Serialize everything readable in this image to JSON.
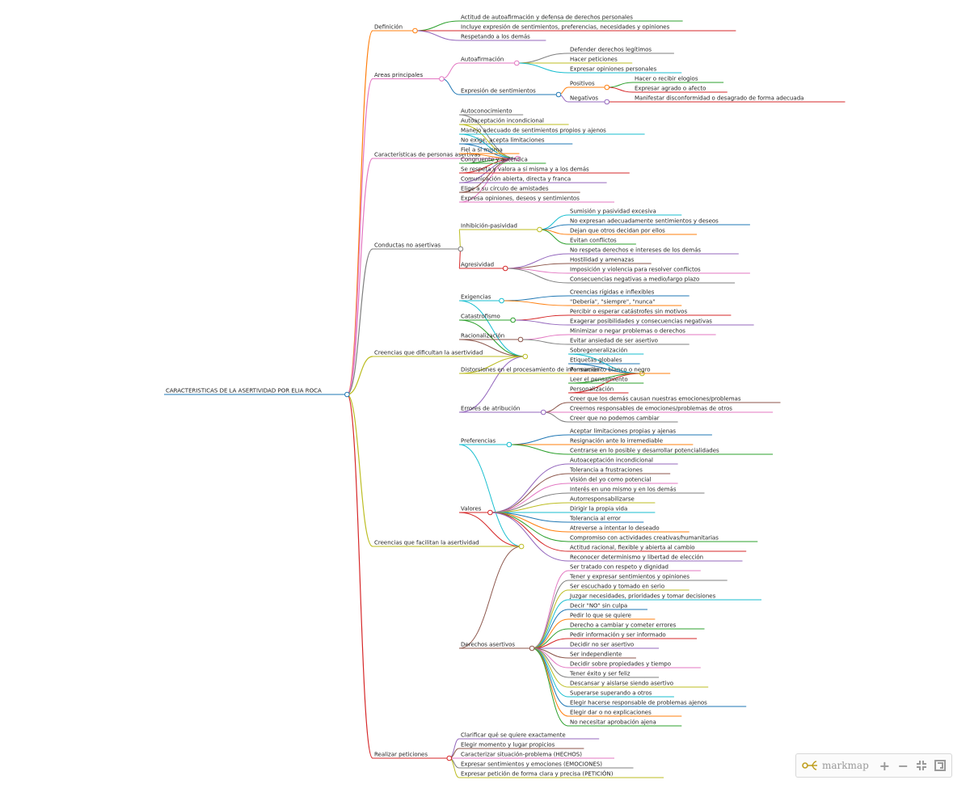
{
  "root": {
    "label": "CARACTERISTICAS DE LA ASERTIVIDAD POR ELIA ROCA",
    "children": [
      {
        "label": "Definición",
        "color": "#ff7f0e",
        "children": [
          {
            "label": "Actitud de autoafirmación y defensa de derechos personales",
            "color": "#2ca02c"
          },
          {
            "label": "Incluye expresión de sentimientos, preferencias, necesidades y opiniones",
            "color": "#d62728"
          },
          {
            "label": "Respetando a los demás",
            "color": "#9467bd"
          }
        ]
      },
      {
        "label": "Areas principales",
        "color": "#e377c2",
        "children": [
          {
            "label": "Autoafirmación",
            "color": "#e377c2",
            "children": [
              {
                "label": "Defender derechos legítimos",
                "color": "#7f7f7f"
              },
              {
                "label": "Hacer peticiones",
                "color": "#bcbd22"
              },
              {
                "label": "Expresar opiniones personales",
                "color": "#17becf"
              }
            ]
          },
          {
            "label": "Expresión de sentimientos",
            "color": "#1f77b4",
            "children": [
              {
                "label": "Positivos",
                "color": "#ff7f0e",
                "children": [
                  {
                    "label": "Hacer o recibir elogios",
                    "color": "#2ca02c"
                  },
                  {
                    "label": "Expresar agrado o afecto",
                    "color": "#d62728"
                  }
                ]
              },
              {
                "label": "Negativos",
                "color": "#9467bd",
                "children": [
                  {
                    "label": "Manifestar disconformidad o desagrado de forma adecuada",
                    "color": "#d62728"
                  }
                ]
              }
            ]
          }
        ]
      },
      {
        "label": "Características de personas asertivas",
        "color": "#e377c2",
        "children": [
          {
            "label": "Autoconocimiento",
            "color": "#7f7f7f"
          },
          {
            "label": "Autoaceptación incondicional",
            "color": "#bcbd22"
          },
          {
            "label": "Manejo adecuado de sentimientos propios y ajenos",
            "color": "#17becf"
          },
          {
            "label": "No exige, acepta limitaciones",
            "color": "#1f77b4"
          },
          {
            "label": "Fiel a sí misma",
            "color": "#ff7f0e"
          },
          {
            "label": "Congruente y auténtica",
            "color": "#2ca02c"
          },
          {
            "label": "Se respeta y valora a sí misma y a los demás",
            "color": "#d62728"
          },
          {
            "label": "Comunicación abierta, directa y franca",
            "color": "#9467bd"
          },
          {
            "label": "Elige a su círculo de amistades",
            "color": "#8c564b"
          },
          {
            "label": "Expresa opiniones, deseos y sentimientos",
            "color": "#e377c2"
          }
        ]
      },
      {
        "label": "Conductas no asertivas",
        "color": "#7f7f7f",
        "children": [
          {
            "label": "Inhibición-pasividad",
            "color": "#bcbd22",
            "children": [
              {
                "label": "Sumisión y pasividad excesiva",
                "color": "#17becf"
              },
              {
                "label": "No expresan adecuadamente sentimientos y deseos",
                "color": "#1f77b4"
              },
              {
                "label": "Dejan que otros decidan por ellos",
                "color": "#ff7f0e"
              },
              {
                "label": "Evitan conflictos",
                "color": "#2ca02c"
              }
            ]
          },
          {
            "label": "Agresividad",
            "color": "#d62728",
            "children": [
              {
                "label": "No respeta derechos e intereses de los demás",
                "color": "#9467bd"
              },
              {
                "label": "Hostilidad y amenazas",
                "color": "#8c564b"
              },
              {
                "label": "Imposición y violencia para resolver conflictos",
                "color": "#e377c2"
              },
              {
                "label": "Consecuencias negativas a medio/largo plazo",
                "color": "#7f7f7f"
              }
            ]
          }
        ]
      },
      {
        "label": "Creencias que dificultan la asertividad",
        "color": "#bcbd22",
        "children": [
          {
            "label": "Exigencias",
            "color": "#17becf",
            "children": [
              {
                "label": "Creencias rígidas e inflexibles",
                "color": "#1f77b4"
              },
              {
                "label": "\"Debería\", \"siempre\", \"nunca\"",
                "color": "#ff7f0e"
              }
            ]
          },
          {
            "label": "Catastrofismo",
            "color": "#2ca02c",
            "children": [
              {
                "label": "Percibir o esperar catástrofes sin motivos",
                "color": "#d62728"
              },
              {
                "label": "Exagerar posibilidades y consecuencias negativas",
                "color": "#9467bd"
              }
            ]
          },
          {
            "label": "Racionalización",
            "color": "#8c564b",
            "children": [
              {
                "label": "Minimizar o negar problemas o derechos",
                "color": "#e377c2"
              },
              {
                "label": "Evitar ansiedad de ser asertivo",
                "color": "#7f7f7f"
              }
            ]
          },
          {
            "label": "Distorsiones en el procesamiento de información",
            "color": "#bcbd22",
            "children": [
              {
                "label": "Sobregeneralización",
                "color": "#17becf"
              },
              {
                "label": "Etiquetas globales",
                "color": "#1f77b4"
              },
              {
                "label": "Pensamiento blanco o negro",
                "color": "#ff7f0e"
              },
              {
                "label": "Leer el pensamiento",
                "color": "#2ca02c"
              },
              {
                "label": "Personalización",
                "color": "#d62728"
              }
            ]
          },
          {
            "label": "Errores de atribución",
            "color": "#9467bd",
            "children": [
              {
                "label": "Creer que los demás causan nuestras emociones/problemas",
                "color": "#8c564b"
              },
              {
                "label": "Creernos responsables de emociones/problemas de otros",
                "color": "#e377c2"
              },
              {
                "label": "Creer que no podemos cambiar",
                "color": "#7f7f7f"
              }
            ]
          }
        ]
      },
      {
        "label": "Creencias que facilitan la asertividad",
        "color": "#bcbd22",
        "children": [
          {
            "label": "Preferencias",
            "color": "#17becf",
            "children": [
              {
                "label": "Aceptar limitaciones propias y ajenas",
                "color": "#1f77b4"
              },
              {
                "label": "Resignación ante lo irremediable",
                "color": "#ff7f0e"
              },
              {
                "label": "Centrarse en lo posible y desarrollar potencialidades",
                "color": "#2ca02c"
              }
            ]
          },
          {
            "label": "Valores",
            "color": "#d62728",
            "children": [
              {
                "label": "Autoaceptación incondicional",
                "color": "#9467bd"
              },
              {
                "label": "Tolerancia a frustraciones",
                "color": "#8c564b"
              },
              {
                "label": "Visión del yo como potencial",
                "color": "#e377c2"
              },
              {
                "label": "Interés en uno mismo y en los demás",
                "color": "#7f7f7f"
              },
              {
                "label": "Autorresponsabilizarse",
                "color": "#bcbd22"
              },
              {
                "label": "Dirigir la propia vida",
                "color": "#17becf"
              },
              {
                "label": "Tolerancia al error",
                "color": "#1f77b4"
              },
              {
                "label": "Atreverse a intentar lo deseado",
                "color": "#ff7f0e"
              },
              {
                "label": "Compromiso con actividades creativas/humanitarias",
                "color": "#2ca02c"
              },
              {
                "label": "Actitud racional, flexible y abierta al cambio",
                "color": "#d62728"
              },
              {
                "label": "Reconocer determinismo y libertad de elección",
                "color": "#9467bd"
              }
            ]
          },
          {
            "label": "Derechos asertivos",
            "color": "#8c564b",
            "children": [
              {
                "label": "Ser tratado con respeto y dignidad",
                "color": "#e377c2"
              },
              {
                "label": "Tener y expresar sentimientos y opiniones",
                "color": "#7f7f7f"
              },
              {
                "label": "Ser escuchado y tomado en serio",
                "color": "#bcbd22"
              },
              {
                "label": "Juzgar necesidades, prioridades y tomar decisiones",
                "color": "#17becf"
              },
              {
                "label": "Decir \"NO\" sin culpa",
                "color": "#1f77b4"
              },
              {
                "label": "Pedir lo que se quiere",
                "color": "#ff7f0e"
              },
              {
                "label": "Derecho a cambiar y cometer errores",
                "color": "#2ca02c"
              },
              {
                "label": "Pedir información y ser informado",
                "color": "#d62728"
              },
              {
                "label": "Decidir no ser asertivo",
                "color": "#9467bd"
              },
              {
                "label": "Ser independiente",
                "color": "#8c564b"
              },
              {
                "label": "Decidir sobre propiedades y tiempo",
                "color": "#e377c2"
              },
              {
                "label": "Tener éxito y ser feliz",
                "color": "#7f7f7f"
              },
              {
                "label": "Descansar y aislarse siendo asertivo",
                "color": "#bcbd22"
              },
              {
                "label": "Superarse superando a otros",
                "color": "#17becf"
              },
              {
                "label": "Elegir hacerse responsable de problemas ajenos",
                "color": "#1f77b4"
              },
              {
                "label": "Elegir dar o no explicaciones",
                "color": "#ff7f0e"
              },
              {
                "label": "No necesitar aprobación ajena",
                "color": "#2ca02c"
              }
            ]
          }
        ]
      },
      {
        "label": "Realizar peticiones",
        "color": "#d62728",
        "children": [
          {
            "label": "Clarificar qué se quiere exactamente",
            "color": "#9467bd"
          },
          {
            "label": "Elegir momento y lugar propicios",
            "color": "#8c564b"
          },
          {
            "label": "Caracterizar situación-problema (HECHOS)",
            "color": "#e377c2"
          },
          {
            "label": "Expresar sentimientos y emociones (EMOCIONES)",
            "color": "#7f7f7f"
          },
          {
            "label": "Expresar petición de forma clara y precisa (PETICIÓN)",
            "color": "#bcbd22"
          }
        ]
      }
    ]
  },
  "toolbar": {
    "brand": "markmap",
    "zoom_in": "+",
    "zoom_out": "−",
    "fit": "⊹",
    "toggle": "⧉"
  },
  "colors": {
    "root_line": "#1f77b4",
    "root_text": "#222222"
  }
}
